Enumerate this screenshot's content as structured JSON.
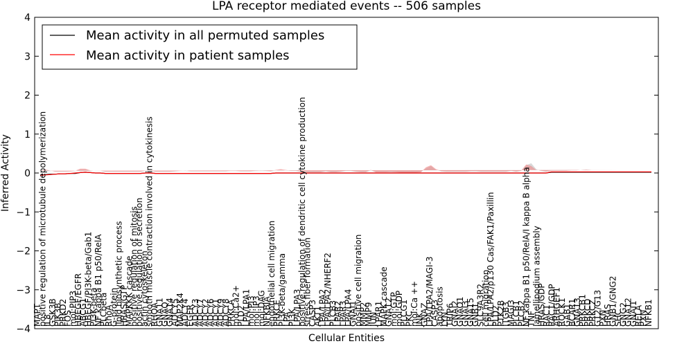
{
  "chart_data": {
    "type": "line",
    "title": "LPA receptor mediated events -- 506 samples",
    "xlabel": "Cellular Entities",
    "ylabel": "Inferred Activity",
    "ylim": [
      -4,
      4
    ],
    "yticks": [
      "−4",
      "−3",
      "−2",
      "−1",
      "0",
      "1",
      "2",
      "3",
      "4"
    ],
    "legend": {
      "placement": "top-left",
      "entries": [
        {
          "label": "Mean activity in all permuted samples",
          "color": "#000000"
        },
        {
          "label": "Mean activity in patient samples",
          "color": "#ff0000"
        }
      ]
    },
    "band_colors": {
      "patient": "#f08080",
      "permuted": "#c8c8c8"
    },
    "entity_labels": [
      "MAPT",
      "positive regulation of microtubule depolymerization",
      "IL8",
      "GSK3B",
      "PIK3B",
      "PRKD2",
      "FOS",
      "mol:PIP3",
      "HBEGF/EGFR",
      "ABCG1",
      "HBEGF/PI3K-beta/Gab1",
      "PI3K-beta",
      "NF kappa B1 p50/RelA",
      "PLCbeta",
      "RhoA",
      "G-protein",
      "lipid biosynthetic process",
      "HRAS/GTP",
      "MAPKKK cascade",
      "positive regulation of mitosis",
      "positive regulation of secretion",
      "actin cytoskeleton",
      "smooth muscle contraction involved in cytokinesis",
      "RHOA",
      "GNA11",
      "GNAQ",
      "GNA14",
      "ADCY5",
      "MAP2K4",
      "ADCY4",
      "EGFR",
      "ADCY3",
      "ADCY7",
      "ADCY2",
      "ADCY6",
      "ADCY1",
      "ADCY9",
      "ADCY8",
      "PRKCA",
      "mol:Ca2+",
      "PLD2",
      "LPA/LPA1",
      "mol:PI3",
      "mol:IP3",
      "mol:DAG",
      "NFKBIA",
      "endothelial cell migration",
      "PRKCE",
      "PI3K-beta/gamma",
      "LPA",
      "PI3K",
      "LPA/LPA3",
      "positive regulation of dendritic cell cytokine production",
      "stress fiber formation",
      "CASP3",
      "AKT1",
      "LPA/LPA2",
      "LPA/LPA2/NHERF2",
      "PLCB3",
      "LPAR2",
      "LPAR3",
      "LPA/LPA4",
      "GNAI1",
      "positive cell migration",
      "MMP2",
      "MMP9",
      "JUN",
      "LPAR1",
      "MAPK cascade",
      "GNA12",
      "mol:GTP",
      "mol:GDP",
      "PLCG1",
      "PKC",
      "mol:Ca ++",
      "JNK",
      "GNAZ",
      "LPA/LPA2/MAGI-3",
      "CASP3",
      "apoptosis",
      "LYN",
      "TRIP6",
      "GNAI2",
      "GNAO1",
      "GNAI3",
      "GNA15",
      "GNB1",
      "SLC9A3R2",
      "cell migration",
      "LPA/LPA2/p130 Cas/FAK1/Paxillin",
      "PLD2",
      "PTK2B",
      "ITGB3",
      "MAGI3",
      "PLCB1",
      "PLCB2",
      "NF kappa B1 p50/RelA/I kappa B alpha",
      "TNF",
      "lamellipodium assembly",
      "HRAS/GDP",
      "RAC1",
      "RAC1/GDP",
      "ARHGEF1",
      "ROCK1",
      "GAB1",
      "BCAR1",
      "GNA13",
      "PRKCB1",
      "PRKCD",
      "PRKCZ",
      "G12/G13",
      "PXN",
      "HRAS",
      "GNB1/GNG2",
      "SHC",
      "GNG2",
      "GNA12",
      "GNAI1",
      "RELA",
      "PXN",
      "NFKB1"
    ],
    "series": [
      {
        "name": "Mean activity in all permuted samples",
        "values": [
          -0.05,
          -0.04,
          -0.03,
          -0.03,
          -0.02,
          -0.02,
          -0.01,
          -0.01,
          0.01,
          0.02,
          0.01,
          0.0,
          0.0,
          -0.01,
          -0.01,
          -0.01,
          -0.01,
          -0.01,
          -0.01,
          -0.01,
          -0.01,
          0.0,
          0.0,
          -0.01,
          -0.01,
          -0.01,
          -0.01,
          -0.01,
          -0.01,
          -0.01,
          -0.01,
          -0.01,
          -0.01,
          -0.01,
          -0.01,
          -0.01,
          -0.01,
          -0.01,
          -0.01,
          -0.01,
          -0.01,
          -0.01,
          -0.01,
          -0.01,
          -0.01,
          -0.01,
          -0.01,
          0.0,
          0.0,
          0.0,
          0.0,
          0.0,
          0.0,
          0.0,
          0.0,
          0.0,
          0.0,
          0.0,
          0.0,
          0.0,
          0.0,
          0.0,
          0.0,
          0.0,
          0.0,
          0.0,
          0.0,
          0.0,
          0.0,
          0.0,
          0.0,
          0.0,
          0.0,
          0.0,
          0.0,
          0.0,
          0.0,
          0.0,
          0.0,
          0.0,
          0.0,
          0.0,
          0.0,
          0.0,
          0.0,
          0.0,
          0.0,
          0.0,
          0.0,
          0.0,
          0.0,
          0.0,
          0.0,
          0.0,
          0.0,
          0.0,
          0.0,
          0.0,
          0.0,
          0.0,
          0.0,
          0.0,
          0.02,
          0.02,
          0.02,
          0.02,
          0.02,
          0.02,
          0.02,
          0.02,
          0.02,
          0.02,
          0.02,
          0.02,
          0.02,
          0.02,
          0.02,
          0.02,
          0.02,
          0.02,
          0.02,
          0.02,
          0.02
        ]
      },
      {
        "name": "Mean activity in patient samples",
        "values": [
          -0.06,
          -0.05,
          -0.04,
          -0.03,
          -0.02,
          -0.02,
          -0.01,
          0.0,
          0.01,
          0.02,
          0.01,
          0.0,
          0.0,
          -0.01,
          -0.01,
          -0.01,
          -0.01,
          -0.01,
          -0.01,
          -0.01,
          -0.01,
          0.0,
          0.0,
          -0.01,
          -0.01,
          -0.01,
          -0.01,
          -0.01,
          -0.01,
          -0.01,
          -0.01,
          -0.01,
          -0.01,
          -0.01,
          -0.01,
          -0.01,
          -0.01,
          -0.01,
          -0.01,
          -0.01,
          -0.01,
          -0.01,
          -0.01,
          -0.01,
          -0.01,
          -0.01,
          -0.01,
          0.0,
          0.0,
          0.0,
          0.0,
          0.0,
          0.0,
          0.0,
          0.0,
          0.0,
          0.0,
          0.0,
          0.0,
          0.0,
          0.0,
          0.0,
          0.0,
          0.0,
          0.0,
          0.0,
          0.0,
          0.0,
          0.0,
          0.0,
          0.0,
          0.0,
          0.0,
          0.0,
          0.0,
          0.0,
          0.0,
          0.0,
          0.0,
          0.0,
          0.0,
          0.0,
          0.0,
          0.0,
          0.0,
          0.0,
          0.0,
          0.0,
          0.0,
          0.0,
          0.0,
          0.0,
          0.0,
          0.0,
          0.0,
          0.0,
          0.0,
          0.0,
          0.0,
          0.0,
          0.0,
          0.0,
          0.03,
          0.03,
          0.03,
          0.03,
          0.03,
          0.03,
          0.03,
          0.03,
          0.03,
          0.03,
          0.03,
          0.03,
          0.03,
          0.03,
          0.03,
          0.03,
          0.03,
          0.03,
          0.03,
          0.03,
          0.03
        ]
      }
    ],
    "band_halfwidth": {
      "patient": [
        0.12,
        0.14,
        0.1,
        0.07,
        0.06,
        0.06,
        0.05,
        0.06,
        0.1,
        0.09,
        0.06,
        0.06,
        0.06,
        0.05,
        0.05,
        0.05,
        0.05,
        0.05,
        0.05,
        0.05,
        0.05,
        0.06,
        0.06,
        0.05,
        0.05,
        0.05,
        0.05,
        0.06,
        0.07,
        0.08,
        0.06,
        0.06,
        0.06,
        0.06,
        0.06,
        0.06,
        0.06,
        0.06,
        0.07,
        0.07,
        0.06,
        0.06,
        0.06,
        0.07,
        0.08,
        0.07,
        0.06,
        0.08,
        0.1,
        0.08,
        0.06,
        0.06,
        0.04,
        0.03,
        0.03,
        0.03,
        0.03,
        0.05,
        0.03,
        0.03,
        0.04,
        0.06,
        0.06,
        0.04,
        0.03,
        0.03,
        0.08,
        0.02,
        0.02,
        0.02,
        0.03,
        0.02,
        0.01,
        0.01,
        0.01,
        0.01,
        0.02,
        0.15,
        0.2,
        0.1,
        0.05,
        0.04,
        0.04,
        0.04,
        0.04,
        0.04,
        0.05,
        0.05,
        0.04,
        0.04,
        0.04,
        0.04,
        0.04,
        0.04,
        0.06,
        0.04,
        0.06,
        0.22,
        0.18,
        0.08,
        0.06,
        0.04,
        0.03,
        0.03,
        0.03,
        0.03,
        0.04,
        0.04,
        0.05,
        0.06,
        0.05,
        0.05,
        0.05,
        0.05,
        0.05,
        0.05,
        0.05,
        0.05,
        0.05,
        0.05
      ],
      "permuted": [
        0.1,
        0.12,
        0.09,
        0.06,
        0.05,
        0.05,
        0.05,
        0.05,
        0.08,
        0.07,
        0.05,
        0.05,
        0.05,
        0.04,
        0.04,
        0.04,
        0.04,
        0.04,
        0.04,
        0.04,
        0.04,
        0.05,
        0.05,
        0.04,
        0.04,
        0.04,
        0.04,
        0.05,
        0.06,
        0.06,
        0.05,
        0.05,
        0.05,
        0.05,
        0.05,
        0.05,
        0.05,
        0.05,
        0.06,
        0.06,
        0.05,
        0.05,
        0.05,
        0.06,
        0.06,
        0.06,
        0.05,
        0.06,
        0.08,
        0.06,
        0.05,
        0.05,
        0.03,
        0.02,
        0.02,
        0.02,
        0.02,
        0.04,
        0.02,
        0.02,
        0.03,
        0.05,
        0.05,
        0.03,
        0.02,
        0.02,
        0.06,
        0.02,
        0.02,
        0.02,
        0.02,
        0.02,
        0.01,
        0.01,
        0.01,
        0.01,
        0.02,
        0.12,
        0.18,
        0.08,
        0.04,
        0.03,
        0.03,
        0.03,
        0.03,
        0.03,
        0.04,
        0.04,
        0.03,
        0.03,
        0.03,
        0.03,
        0.03,
        0.03,
        0.05,
        0.03,
        0.05,
        0.2,
        0.25,
        0.1,
        0.05,
        0.03,
        0.04,
        0.04,
        0.04,
        0.04,
        0.05,
        0.05,
        0.06,
        0.07,
        0.06,
        0.06,
        0.06,
        0.06,
        0.06,
        0.06,
        0.06,
        0.06,
        0.06,
        0.06
      ]
    }
  }
}
